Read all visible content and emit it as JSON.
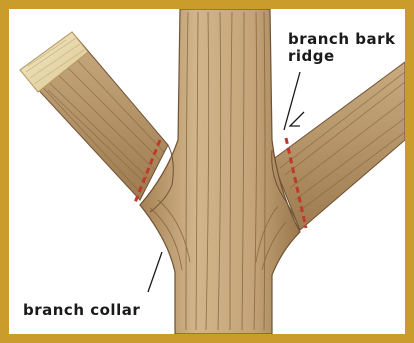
{
  "labels": {
    "branch_bark_ridge_line1": "branch bark",
    "branch_bark_ridge_line2": "ridge",
    "branch_collar": "branch collar"
  },
  "colors": {
    "frame": "#c99c2b",
    "bark_light": "#c9a97a",
    "bark_mid": "#b08a5c",
    "bark_dark": "#6f5234",
    "cut_line": "#c0392b",
    "cut_face": "#f1e3b5"
  }
}
